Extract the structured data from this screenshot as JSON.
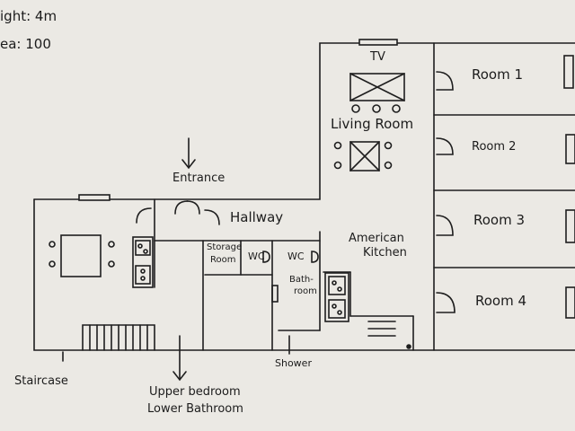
{
  "header": {
    "height_text": "ight: 4m",
    "area_text": "ea: 100"
  },
  "rooms": {
    "tv": "TV",
    "living_room": "Living Room",
    "room_1": "Room 1",
    "room_2": "Room 2",
    "room_3": "Room 3",
    "room_4": "Room 4",
    "hallway": "Hallway",
    "storage_line1": "Storage",
    "storage_line2": "Room",
    "wc_1": "WC",
    "wc_2": "WC",
    "bathroom_line1": "Bath-",
    "bathroom_line2": "room",
    "kitchen_line1": "American",
    "kitchen_line2": "Kitchen"
  },
  "annotations": {
    "entrance": "Entrance",
    "staircase": "Staircase",
    "shower": "Shower",
    "down_line1": "Upper bedroom",
    "down_line2": "Lower Bathroom"
  }
}
